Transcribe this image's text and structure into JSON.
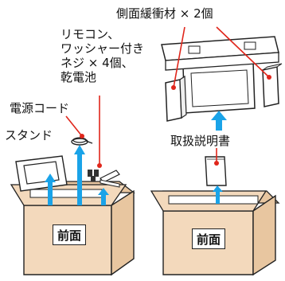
{
  "labels": {
    "side_cushions": "側面緩衝材 × 2個",
    "remote_accessories": "リモコン、\nワッシャー付き\nネジ × 4個、\n乾電池",
    "power_cord": "電源コード",
    "stand": "スタンド",
    "manual": "取扱説明書",
    "front_left": "前面",
    "front_right": "前面"
  },
  "colors": {
    "box_fill": "#f3d9bc",
    "box_fill_dark": "#e8c6a0",
    "outline": "#222222",
    "arrow": "#1aa3e8",
    "leader_dot": "#e0261b",
    "leader_line": "#e0261b",
    "panel_fill": "#ffffff",
    "tv_fill": "#ffffff"
  }
}
